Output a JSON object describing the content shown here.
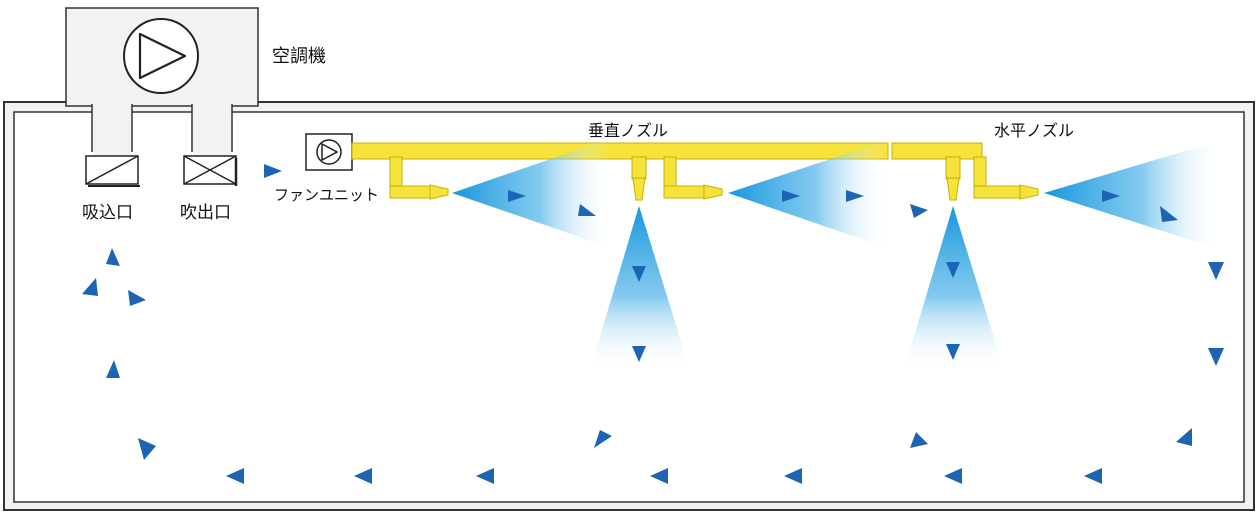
{
  "labels": {
    "ac_unit": "空調機",
    "intake": "吸込口",
    "outlet": "吹出口",
    "fan_unit": "ファンユニット",
    "vertical_nozzle": "垂直ノズル",
    "horizontal_nozzle": "水平ノズル"
  },
  "colors": {
    "duct_yellow": "#f5e23a",
    "duct_outline": "#c7b100",
    "jet_blue": "#1f9be0",
    "arrow_blue": "#1e64b4",
    "wall_gray": "#3a3a3a",
    "wall_fill": "#f4f4f4"
  },
  "icons": {
    "ac_fan": "play-circle-icon",
    "intake_damper": "damper-icon",
    "outlet_damper": "damper-icon",
    "fan_unit": "fan-icon"
  }
}
